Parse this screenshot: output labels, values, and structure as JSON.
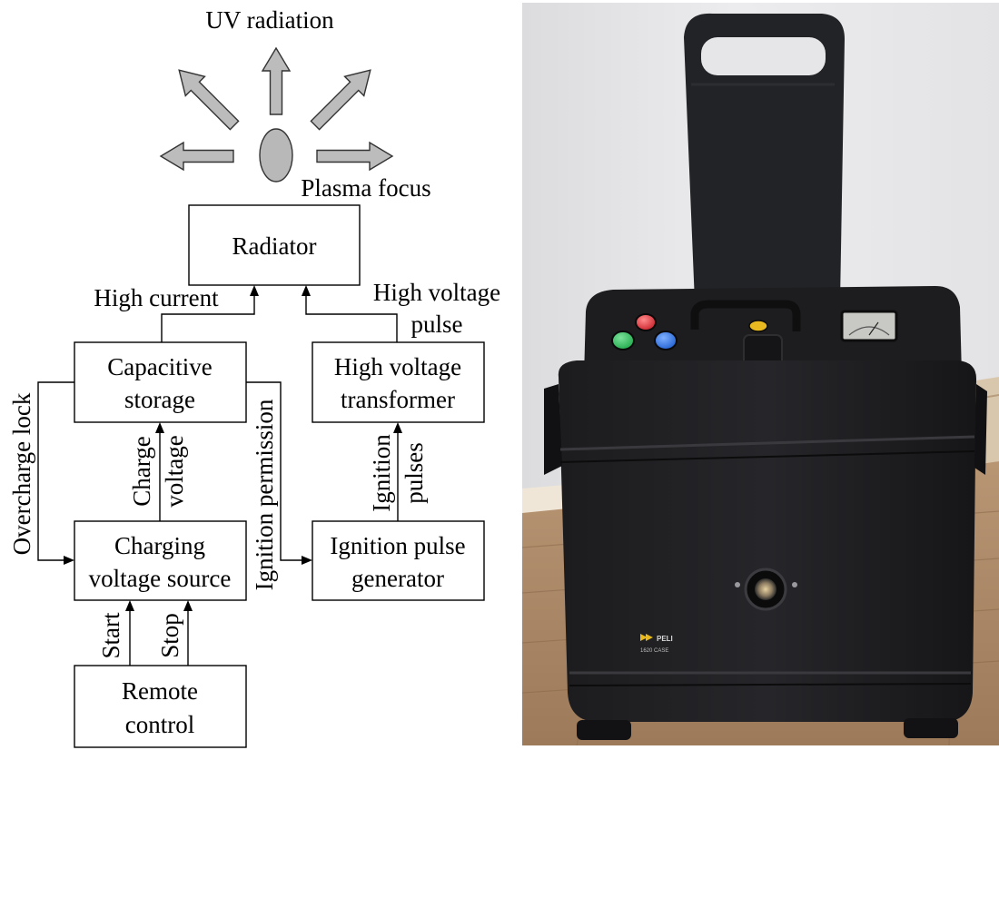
{
  "diagram": {
    "uv_label": "UV radiation",
    "focus_label": "Plasma focus",
    "radiator": "Radiator",
    "high_current": "High current",
    "high_voltage_pulse": [
      "High voltage",
      "pulse"
    ],
    "capacitive_storage": [
      "Capacitive",
      "storage"
    ],
    "hv_transformer": [
      "High voltage",
      "transformer"
    ],
    "overcharge_lock": "Overcharge lock",
    "charge_voltage": [
      "Charge",
      "voltage"
    ],
    "ignition_permission": "Ignition permission",
    "ignition_pulses": [
      "Ignition",
      "pulses"
    ],
    "charging_source": [
      "Charging",
      "voltage source"
    ],
    "ignition_generator": [
      "Ignition pulse",
      "generator"
    ],
    "start": "Start",
    "stop": "Stop",
    "remote_control": [
      "Remote",
      "control"
    ]
  },
  "photo": {
    "brand": "PELI",
    "model": "1620 CASE",
    "accent_colors": {
      "green_button": "#1fa84a",
      "blue_button": "#1f5fd0",
      "red_lamp": "#c8202a",
      "yellow_key": "#e8b820"
    }
  }
}
